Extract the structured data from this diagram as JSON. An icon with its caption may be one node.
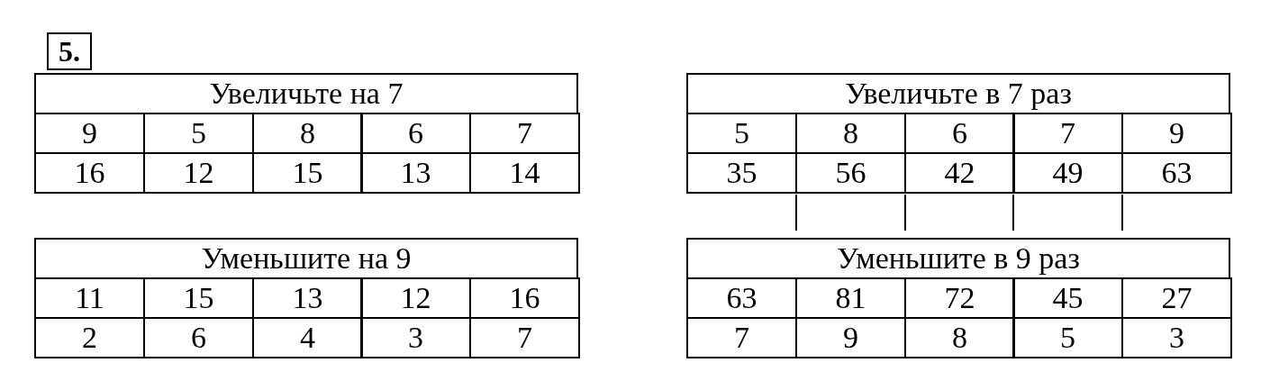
{
  "diagram": {
    "labels": [
      "5.",
      "Увеличьте на 7",
      "9",
      "5",
      "8",
      "6",
      "7",
      "16",
      "12",
      "15",
      "13",
      "14",
      "Увеличьте в 7 раз",
      "5",
      "8",
      "6",
      "7",
      "9",
      "35",
      "56",
      "42",
      "49",
      "63",
      "Уменьшите на 9",
      "11",
      "15",
      "13",
      "12",
      "16",
      "2",
      "6",
      "4",
      "3",
      "7",
      "Уменьшите в 9 раз",
      "63",
      "81",
      "72",
      "45",
      "27",
      "7",
      "9",
      "8",
      "5",
      "3"
    ]
  }
}
